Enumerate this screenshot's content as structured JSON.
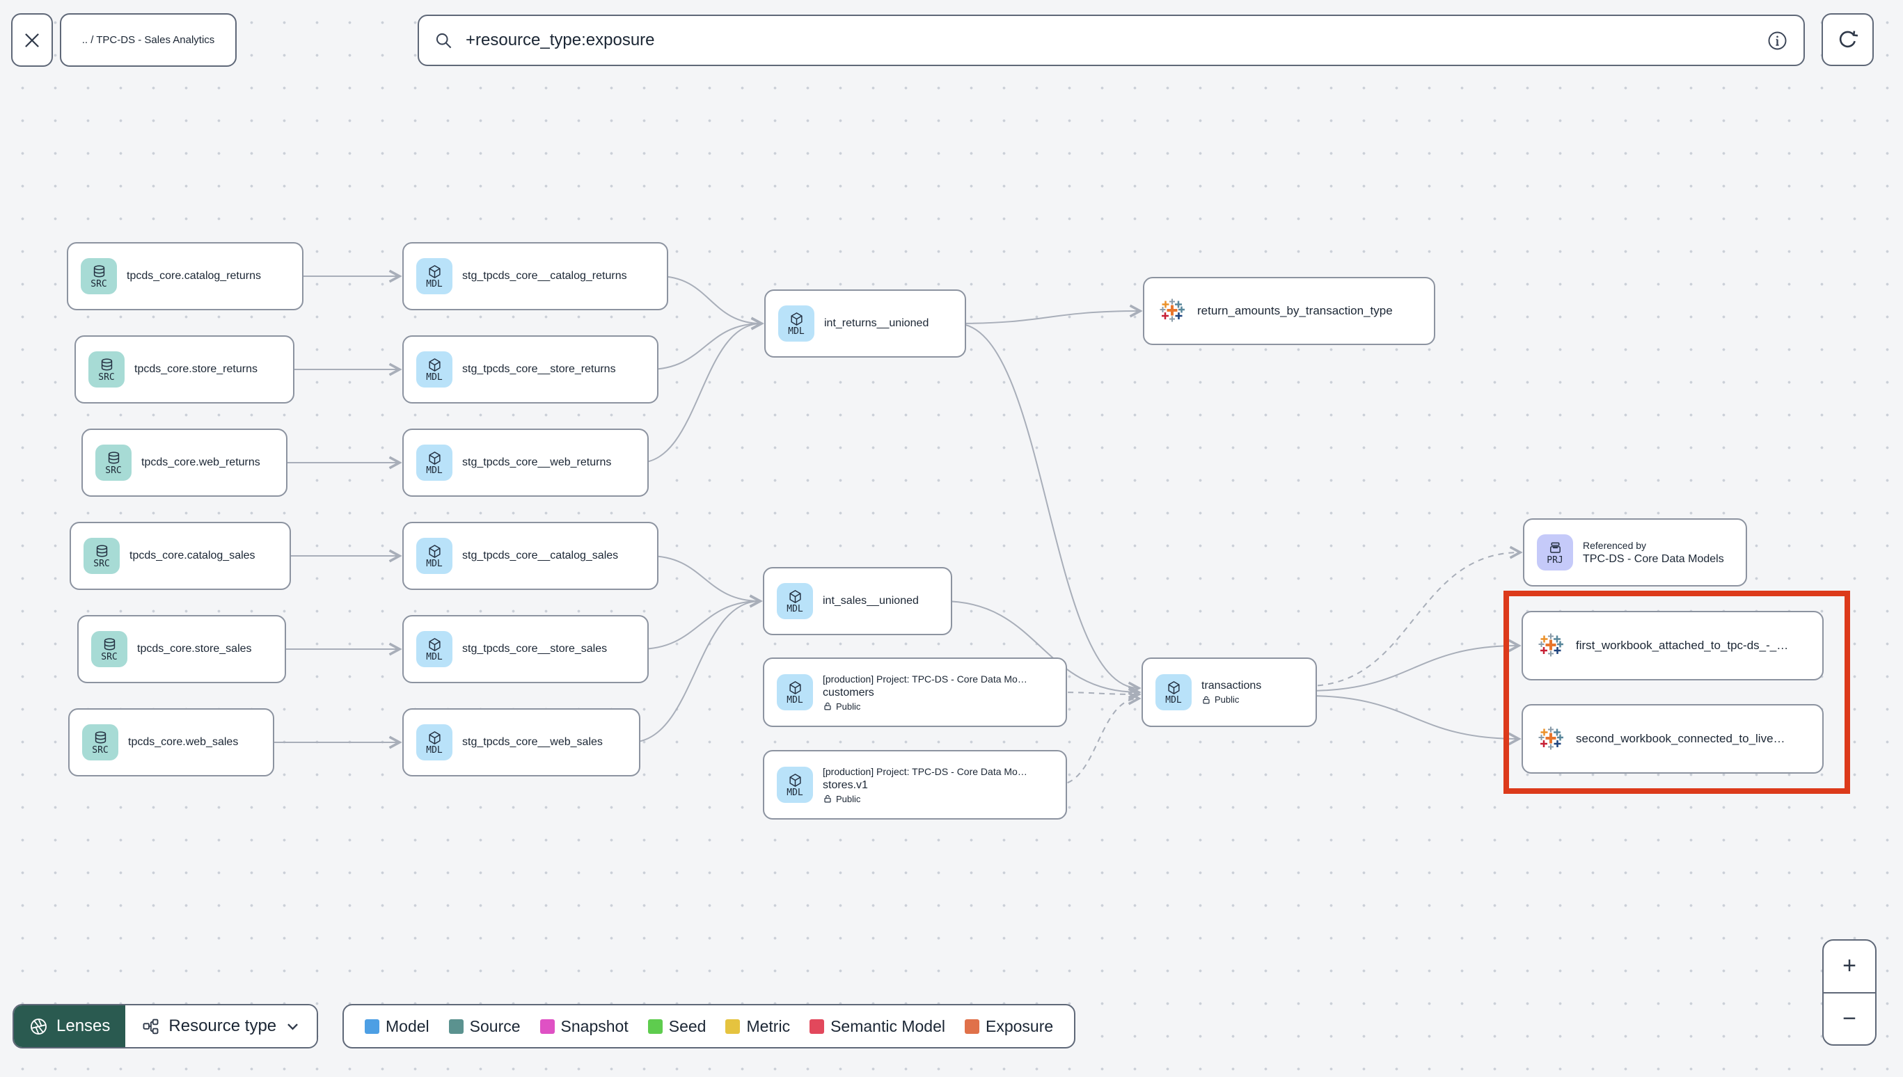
{
  "toolbar": {
    "breadcrumb": ".. / TPC-DS - Sales Analytics",
    "search_value": "+resource_type:exposure"
  },
  "controls": {
    "lenses_label": "Lenses",
    "resource_type_label": "Resource type",
    "zoom_in": "+",
    "zoom_out": "−"
  },
  "colors": {
    "highlight": "#DC3A1B",
    "lenses_bg": "#2A5A50",
    "edge": "#A8AEB9",
    "badge_src": "#A7DBD5",
    "badge_mdl": "#B9E2F9",
    "badge_prj": "#C5CAF9"
  },
  "legend": {
    "items": [
      {
        "label": "Model",
        "color": "#4D9FE4"
      },
      {
        "label": "Source",
        "color": "#5B928F"
      },
      {
        "label": "Snapshot",
        "color": "#DF51C4"
      },
      {
        "label": "Seed",
        "color": "#5ECC4E"
      },
      {
        "label": "Metric",
        "color": "#E5C33F"
      },
      {
        "label": "Semantic Model",
        "color": "#E2485C"
      },
      {
        "label": "Exposure",
        "color": "#E0714A"
      }
    ]
  },
  "graph": {
    "nodes": [
      {
        "id": "src1",
        "badge": "SRC",
        "icon": "database",
        "title": "tpcds_core.catalog_returns"
      },
      {
        "id": "src2",
        "badge": "SRC",
        "icon": "database",
        "title": "tpcds_core.store_returns"
      },
      {
        "id": "src3",
        "badge": "SRC",
        "icon": "database",
        "title": "tpcds_core.web_returns"
      },
      {
        "id": "src4",
        "badge": "SRC",
        "icon": "database",
        "title": "tpcds_core.catalog_sales"
      },
      {
        "id": "src5",
        "badge": "SRC",
        "icon": "database",
        "title": "tpcds_core.store_sales"
      },
      {
        "id": "src6",
        "badge": "SRC",
        "icon": "database",
        "title": "tpcds_core.web_sales"
      },
      {
        "id": "stg1",
        "badge": "MDL",
        "icon": "cube",
        "title": "stg_tpcds_core__catalog_returns"
      },
      {
        "id": "stg2",
        "badge": "MDL",
        "icon": "cube",
        "title": "stg_tpcds_core__store_returns"
      },
      {
        "id": "stg3",
        "badge": "MDL",
        "icon": "cube",
        "title": "stg_tpcds_core__web_returns"
      },
      {
        "id": "stg4",
        "badge": "MDL",
        "icon": "cube",
        "title": "stg_tpcds_core__catalog_sales"
      },
      {
        "id": "stg5",
        "badge": "MDL",
        "icon": "cube",
        "title": "stg_tpcds_core__store_sales"
      },
      {
        "id": "stg6",
        "badge": "MDL",
        "icon": "cube",
        "title": "stg_tpcds_core__web_sales"
      },
      {
        "id": "int_returns",
        "badge": "MDL",
        "icon": "cube",
        "title": "int_returns__unioned"
      },
      {
        "id": "int_sales",
        "badge": "MDL",
        "icon": "cube",
        "title": "int_sales__unioned"
      },
      {
        "id": "customers",
        "badge": "MDL",
        "icon": "cube",
        "subtitle": "[production] Project: TPC-DS - Core Data Mo…",
        "title": "customers",
        "access": "Public"
      },
      {
        "id": "stores",
        "badge": "MDL",
        "icon": "cube",
        "subtitle": "[production] Project: TPC-DS - Core Data Mo…",
        "title": "stores.v1",
        "access": "Public"
      },
      {
        "id": "ret_amounts",
        "icon": "tableau",
        "title": "return_amounts_by_transaction_type"
      },
      {
        "id": "transactions",
        "badge": "MDL",
        "icon": "cube",
        "title": "transactions",
        "access": "Public"
      },
      {
        "id": "prj",
        "badge": "PRJ",
        "icon": "project",
        "subtitle": "Referenced by",
        "title": "TPC-DS - Core Data Models"
      },
      {
        "id": "wb1",
        "icon": "tableau",
        "title": "first_workbook_attached_to_tpc-ds_-_…"
      },
      {
        "id": "wb2",
        "icon": "tableau",
        "title": "second_workbook_connected_to_live…"
      }
    ],
    "edges": [
      {
        "from": "src1",
        "to": "stg1"
      },
      {
        "from": "src2",
        "to": "stg2"
      },
      {
        "from": "src3",
        "to": "stg3"
      },
      {
        "from": "src4",
        "to": "stg4"
      },
      {
        "from": "src5",
        "to": "stg5"
      },
      {
        "from": "src6",
        "to": "stg6"
      },
      {
        "from": "stg1",
        "to": "int_returns"
      },
      {
        "from": "stg2",
        "to": "int_returns"
      },
      {
        "from": "stg3",
        "to": "int_returns"
      },
      {
        "from": "stg4",
        "to": "int_sales"
      },
      {
        "from": "stg5",
        "to": "int_sales"
      },
      {
        "from": "stg6",
        "to": "int_sales"
      },
      {
        "from": "int_returns",
        "to": "ret_amounts"
      },
      {
        "from": "int_returns",
        "to": "transactions",
        "tyo": -6
      },
      {
        "from": "int_sales",
        "to": "transactions",
        "tyo": 0
      },
      {
        "from": "customers",
        "to": "transactions",
        "dashed": true,
        "tyo": 3
      },
      {
        "from": "stores",
        "to": "transactions",
        "dashed": true,
        "tyo": 9
      },
      {
        "from": "transactions",
        "to": "prj",
        "dashed": true,
        "syo": -9
      },
      {
        "from": "transactions",
        "to": "wb1",
        "syo": -2
      },
      {
        "from": "transactions",
        "to": "wb2",
        "syo": 5
      }
    ]
  }
}
